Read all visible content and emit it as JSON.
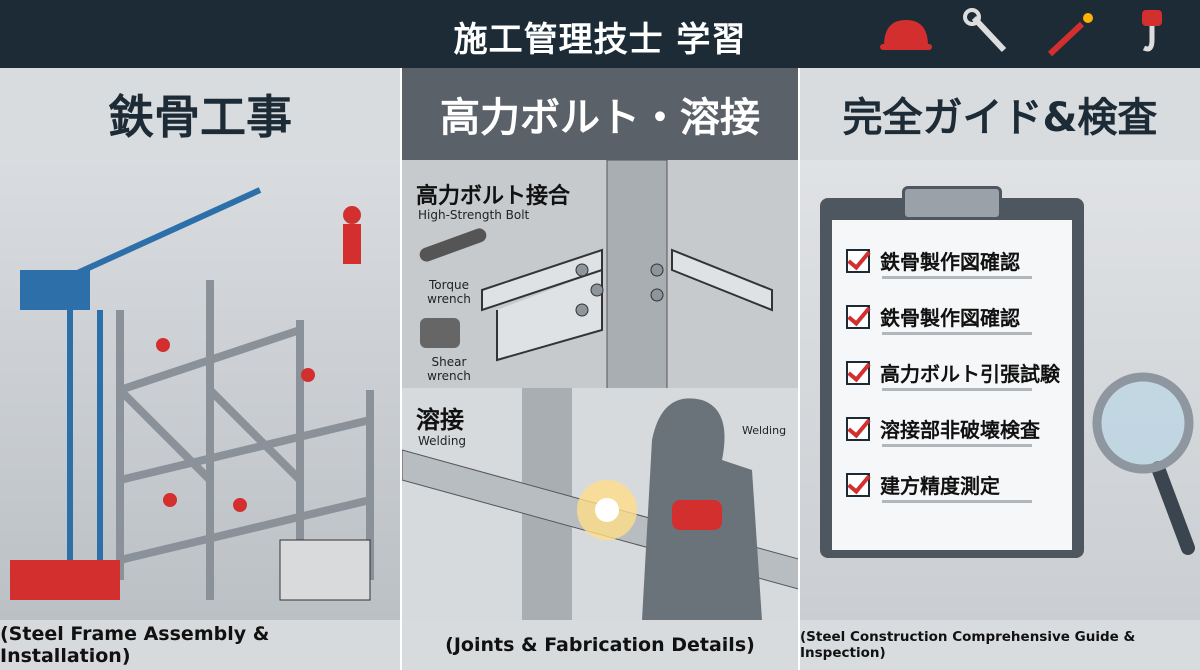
{
  "header": {
    "title": "施工管理技士 学習",
    "icons": [
      "hard-hat-icon",
      "wrench-icon",
      "welding-torch-icon",
      "crane-hook-icon"
    ]
  },
  "columns": [
    {
      "heading": "鉄骨工事",
      "caption": "(Steel Frame Assembly & Installation)"
    },
    {
      "heading": "高力ボルト・溶接",
      "caption": "(Joints & Fabrication Details)",
      "bolt": {
        "title": "高力ボルト接合",
        "subtitle": "High-Strength Bolt",
        "tool1": "Torque wrench",
        "tool2": "Shear wrench"
      },
      "welding": {
        "title": "溶接",
        "subtitle": "Welding",
        "label": "Welding"
      }
    },
    {
      "heading": "完全ガイド&検査",
      "caption": "(Steel Construction Comprehensive Guide & Inspection)",
      "checklist": [
        "鉄骨製作図確認",
        "鉄骨製作図確認",
        "高力ボルト引張試験",
        "溶接部非破壊検査",
        "建方精度測定"
      ]
    }
  ],
  "colors": {
    "header": "#1d2b36",
    "accent": "#d32f2f"
  }
}
